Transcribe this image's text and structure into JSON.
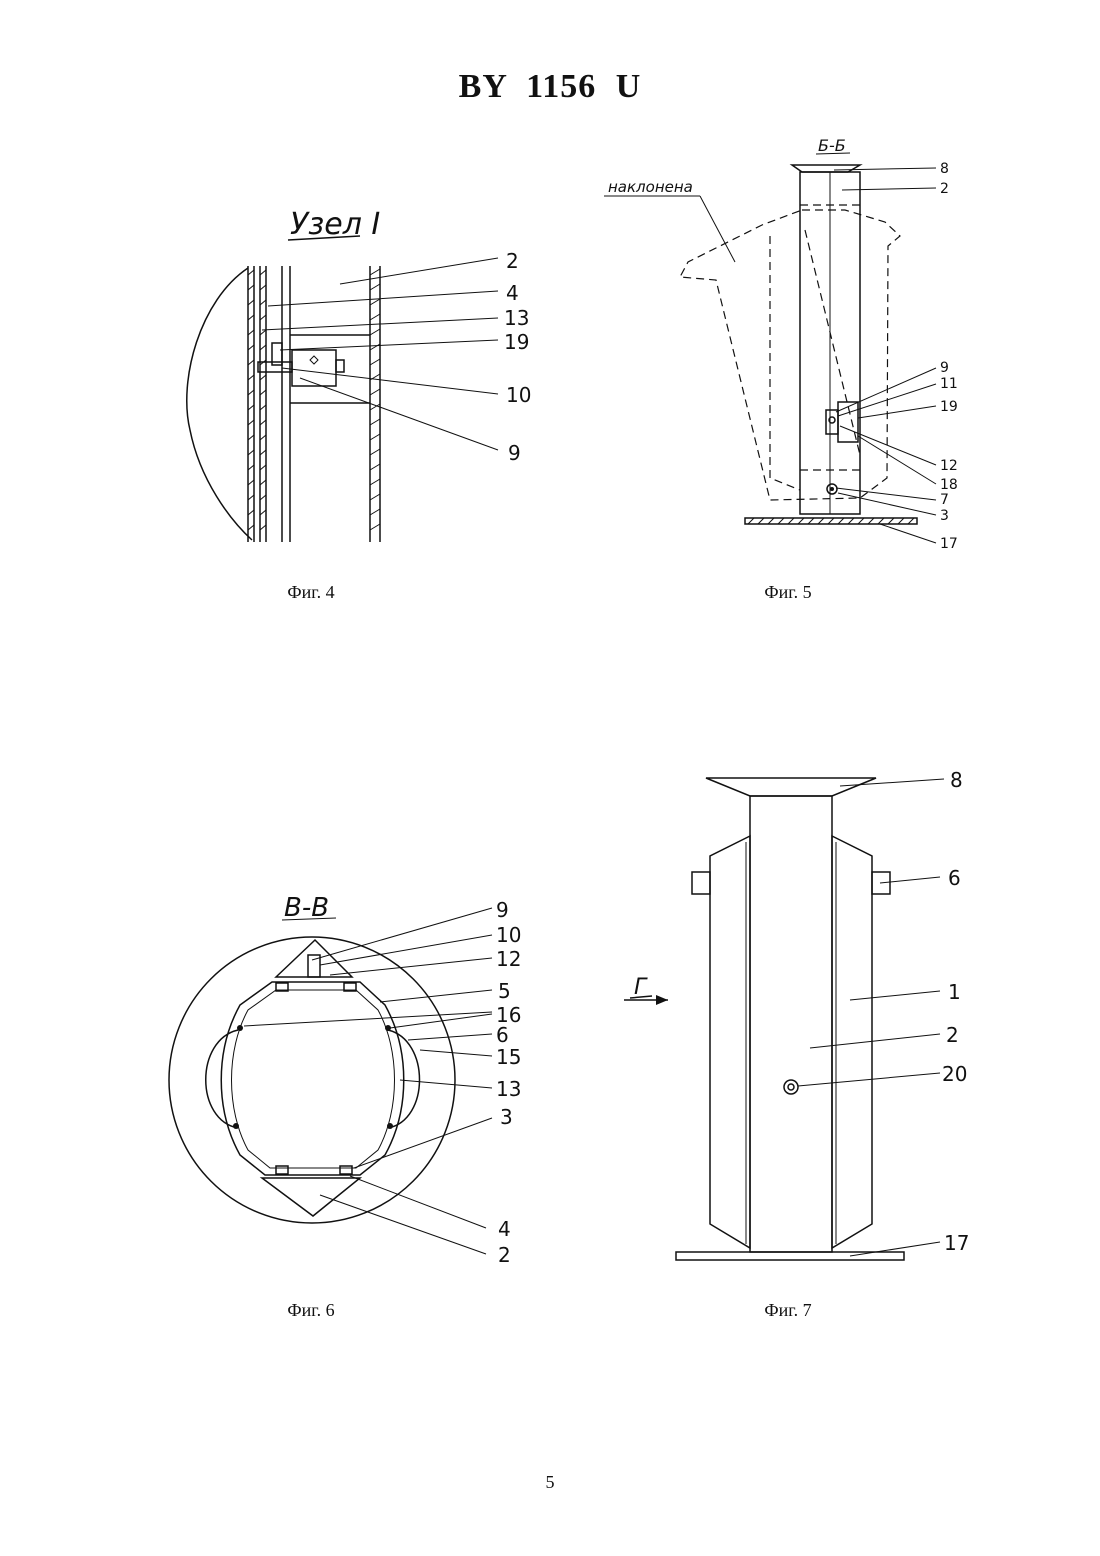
{
  "header": {
    "title": "BY 1156 U"
  },
  "figures": {
    "fig4": {
      "caption": "Фиг. 4",
      "view_title": "Узел I",
      "labels": [
        "2",
        "4",
        "13",
        "19",
        "10",
        "9"
      ]
    },
    "fig5": {
      "caption": "Фиг. 5",
      "view_title": "Б-Б",
      "annotation": "наклонена",
      "labels": [
        "8",
        "2",
        "9",
        "11",
        "19",
        "12",
        "18",
        "7",
        "3",
        "17"
      ]
    },
    "fig6": {
      "caption": "Фиг. 6",
      "view_title": "В-В",
      "labels": [
        "9",
        "10",
        "12",
        "5",
        "16",
        "6",
        "15",
        "13",
        "3",
        "4",
        "2"
      ]
    },
    "fig7": {
      "caption": "Фиг. 7",
      "view_arrow": "Г",
      "labels": [
        "8",
        "6",
        "1",
        "2",
        "20",
        "17"
      ]
    }
  },
  "footer": {
    "page_number": "5"
  }
}
